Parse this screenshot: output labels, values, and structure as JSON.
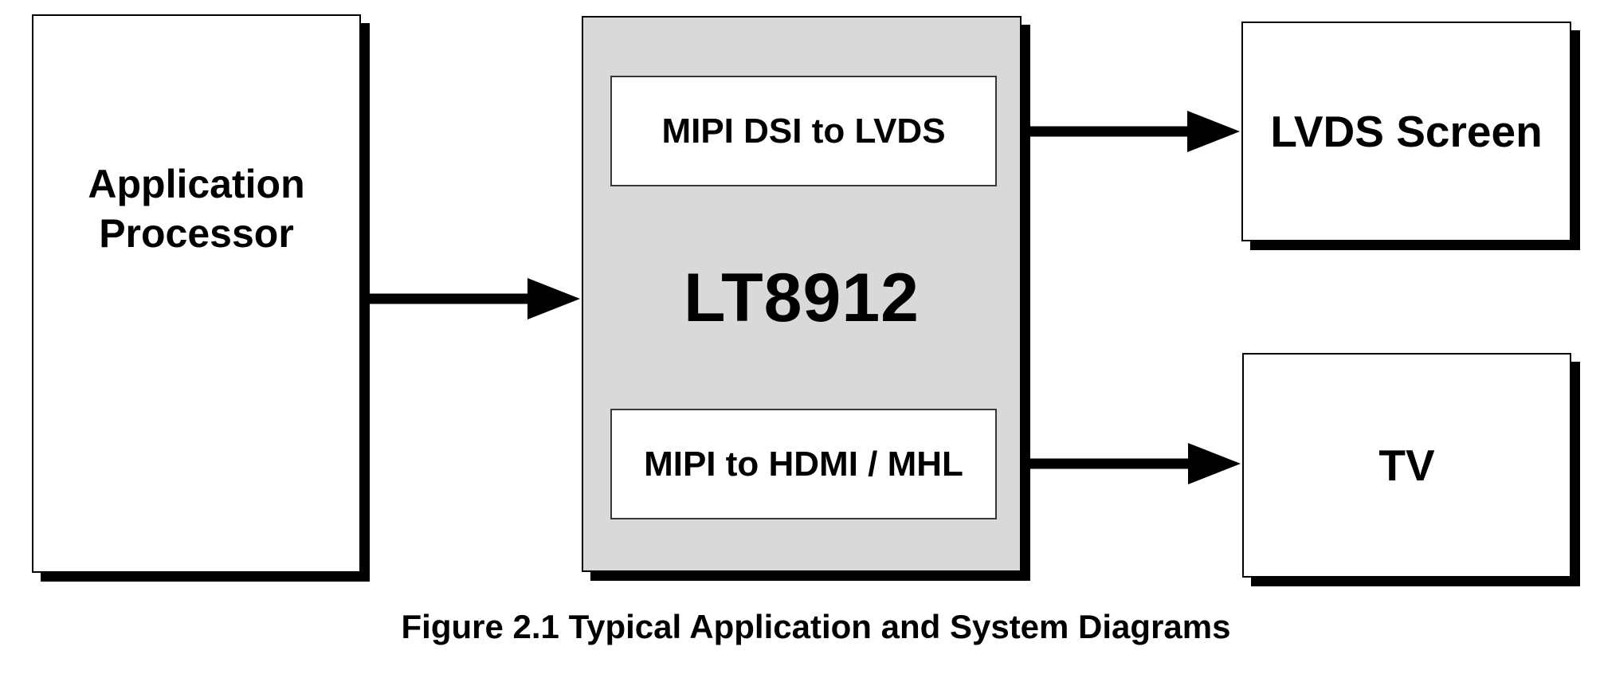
{
  "figure": {
    "caption": "Figure 2.1 Typical Application and System Diagrams"
  },
  "nodes": {
    "app": {
      "label": "Application Processor"
    },
    "chip": {
      "label": "LT8912"
    },
    "dsi2lvds": {
      "label": "MIPI DSI to LVDS"
    },
    "mipi2hdmi": {
      "label": "MIPI to HDMI / MHL"
    },
    "lvds": {
      "label": "LVDS Screen"
    },
    "tv": {
      "label": "TV"
    }
  },
  "connections": [
    {
      "from": "Application Processor",
      "to": "LT8912"
    },
    {
      "from": "LT8912 (MIPI DSI to LVDS)",
      "to": "LVDS Screen"
    },
    {
      "from": "LT8912 (MIPI to HDMI / MHL)",
      "to": "TV"
    }
  ],
  "colors": {
    "chip_fill": "#d9d9d9",
    "box_fill": "#ffffff",
    "line": "#000000",
    "background": "#ffffff"
  }
}
